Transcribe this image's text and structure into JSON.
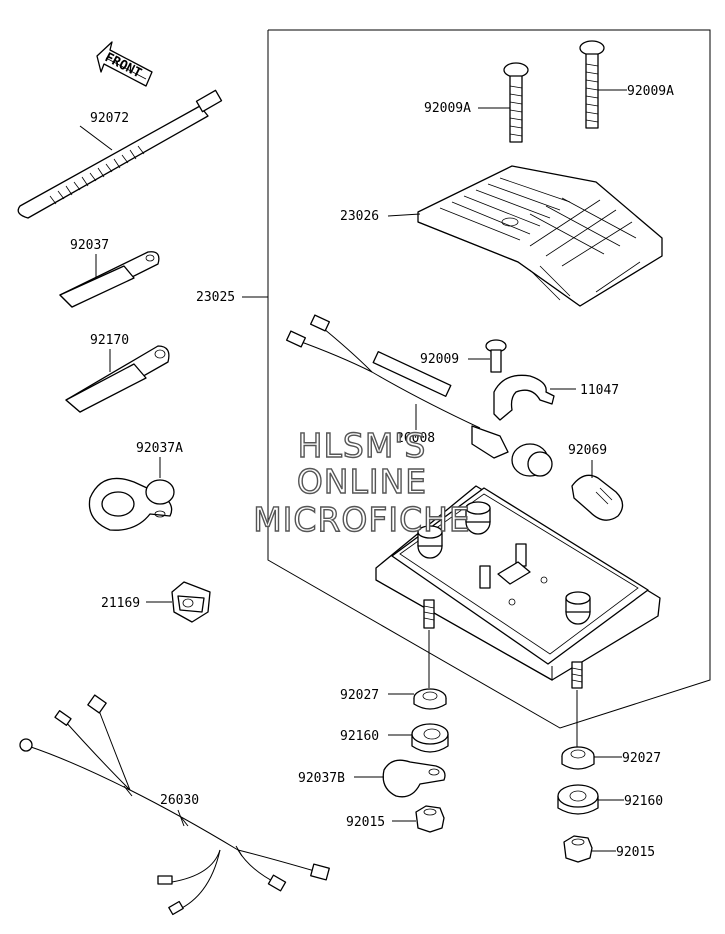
{
  "front_label": "FRONT",
  "labels": {
    "p92072": "92072",
    "p92037": "92037",
    "p92170": "92170",
    "p92037A": "92037A",
    "p21169": "21169",
    "p26030": "26030",
    "p92009A_left": "92009A",
    "p92009A_right": "92009A",
    "p23026": "23026",
    "p23025": "23025",
    "p92009": "92009",
    "p11047": "11047",
    "p26008": "26008",
    "p92069": "92069",
    "p92027_left": "92027",
    "p92160_left": "92160",
    "p92037B": "92037B",
    "p92015_left": "92015",
    "p92027_right": "92027",
    "p92160_right": "92160",
    "p92015_right": "92015"
  },
  "watermark": {
    "line1": "HLSM'S",
    "line2": "ONLINE",
    "line3": "MICROFICHE"
  }
}
